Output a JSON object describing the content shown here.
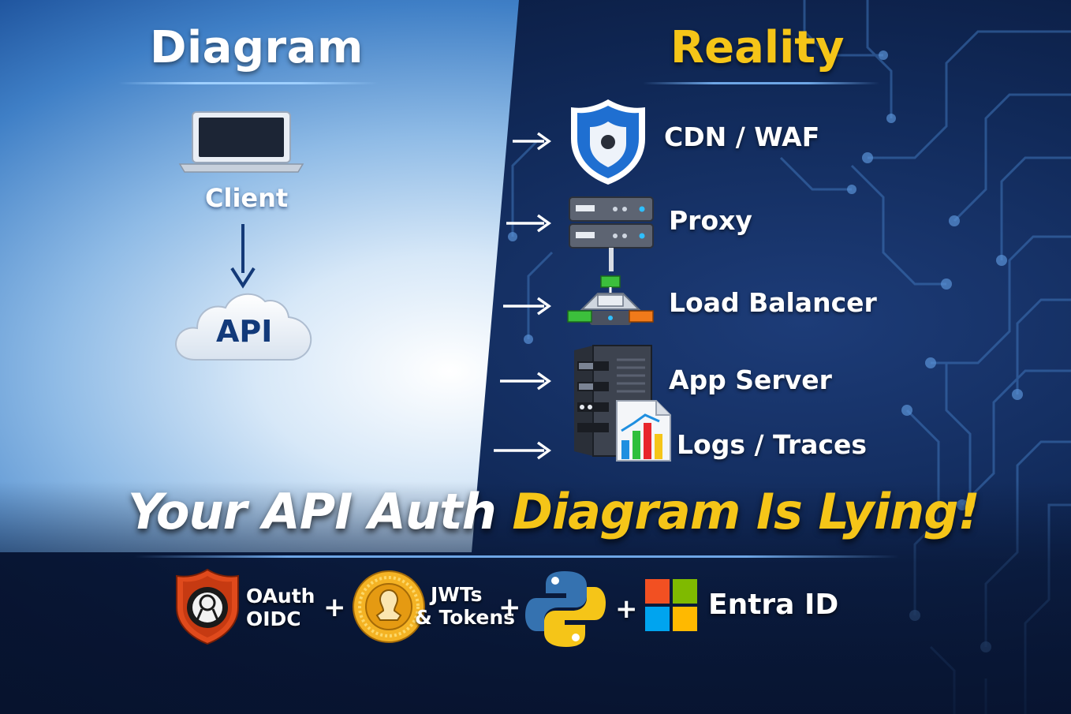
{
  "left_panel": {
    "heading": "Diagram",
    "client_label": "Client",
    "api_label": "API"
  },
  "right_panel": {
    "heading": "Reality",
    "layers": [
      {
        "label": "CDN / WAF",
        "icon": "shield-icon"
      },
      {
        "label": "Proxy",
        "icon": "proxy-server-icon"
      },
      {
        "label": "Load Balancer",
        "icon": "load-balancer-icon"
      },
      {
        "label": "App Server",
        "icon": "app-server-icon"
      },
      {
        "label": "Logs / Traces",
        "icon": "bar-chart-icon"
      }
    ]
  },
  "headline": {
    "part1": "Your API Auth ",
    "part2": "Diagram Is Lying!"
  },
  "tech_stack": {
    "oauth_line1": "OAuth",
    "oauth_line2": "OIDC",
    "jwt_line1": "JWTs",
    "jwt_line2": "& Tokens",
    "entra": "Entra ID",
    "plus": "+"
  },
  "colors": {
    "accent_yellow": "#f5c518",
    "navy": "#0a1b3f",
    "light_blue": "#d7e8f8"
  }
}
